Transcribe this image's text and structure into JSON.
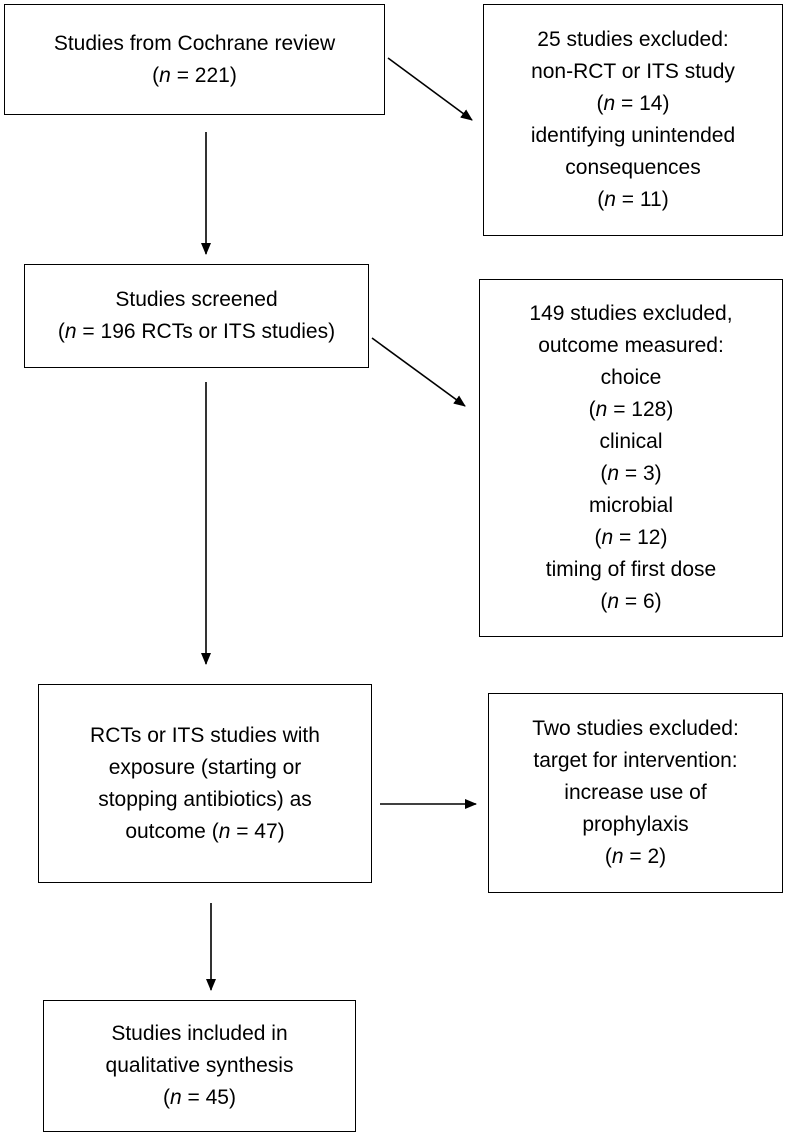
{
  "boxes": {
    "cochrane": {
      "lines": [
        "Studies from Cochrane review"
      ],
      "n_prefix": "(",
      "n_label": "n",
      "n_suffix": " = 221)"
    },
    "excluded1": {
      "lines": [
        "25 studies excluded:",
        "non-RCT or ITS study"
      ],
      "n1": {
        "prefix": "(",
        "label": "n",
        "suffix": " = 14)"
      },
      "lines2": [
        "identifying unintended",
        "consequences"
      ],
      "n2": {
        "prefix": "(",
        "label": "n",
        "suffix": " = 11)"
      }
    },
    "screened": {
      "lines": [
        "Studies screened"
      ],
      "n_prefix": "(",
      "n_label": "n",
      "n_suffix": " = 196 RCTs or ITS studies)"
    },
    "excluded2": {
      "lines": [
        "149 studies excluded,",
        "outcome measured:"
      ],
      "groups": [
        {
          "label": "choice",
          "prefix": "(",
          "n": "n",
          "suffix": " = 128)"
        },
        {
          "label": "clinical",
          "prefix": "(",
          "n": "n",
          "suffix": " = 3)"
        },
        {
          "label": "microbial",
          "prefix": "(",
          "n": "n",
          "suffix": " = 12)"
        },
        {
          "label": "timing of first dose",
          "prefix": "(",
          "n": "n",
          "suffix": " = 6)"
        }
      ]
    },
    "exposure": {
      "lines": [
        "RCTs or ITS studies with",
        "exposure (starting or",
        "stopping antibiotics) as"
      ],
      "last_prefix": "outcome (",
      "n_label": "n",
      "last_suffix": " = 47)"
    },
    "excluded3": {
      "lines": [
        "Two studies excluded:",
        "target for intervention:",
        "increase use of",
        "prophylaxis"
      ],
      "n_prefix": "(",
      "n_label": "n",
      "n_suffix": " = 2)"
    },
    "included": {
      "lines": [
        "Studies included in",
        "qualitative synthesis"
      ],
      "n_prefix": "(",
      "n_label": "n",
      "n_suffix": " = 45)"
    }
  }
}
